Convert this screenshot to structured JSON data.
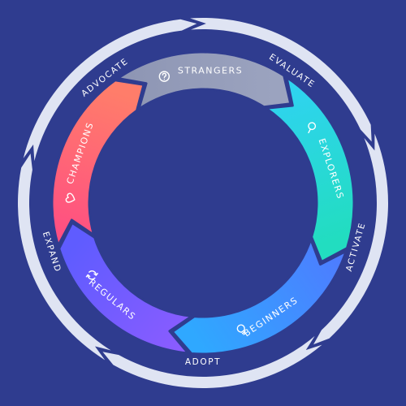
{
  "diagram": {
    "background": "#2f3c8f",
    "outer_ring_color": "#dfe4f3",
    "outer_stages": [
      {
        "label": "EVALUATE"
      },
      {
        "label": "ACTIVATE"
      },
      {
        "label": "ADOPT"
      },
      {
        "label": "EXPAND"
      },
      {
        "label": "ADVOCATE"
      }
    ],
    "segments": [
      {
        "label": "STRANGERS",
        "icon": "question-circle-icon",
        "color_start": "#8e96b4",
        "color_end": "#9ba3bf"
      },
      {
        "label": "EXPLORERS",
        "icon": "magnifier-icon",
        "color_start": "#2fd3f0",
        "color_end": "#22ddc0"
      },
      {
        "label": "BEGINNERS",
        "icon": "lightbulb-icon",
        "color_start": "#4d7dff",
        "color_end": "#2fa8ff"
      },
      {
        "label": "REGULARS",
        "icon": "refresh-cycle-icon",
        "color_start": "#8a5cff",
        "color_end": "#5f5cff"
      },
      {
        "label": "CHAMPIONS",
        "icon": "heart-icon",
        "color_start": "#ff4f82",
        "color_end": "#ff7d6a"
      }
    ]
  }
}
